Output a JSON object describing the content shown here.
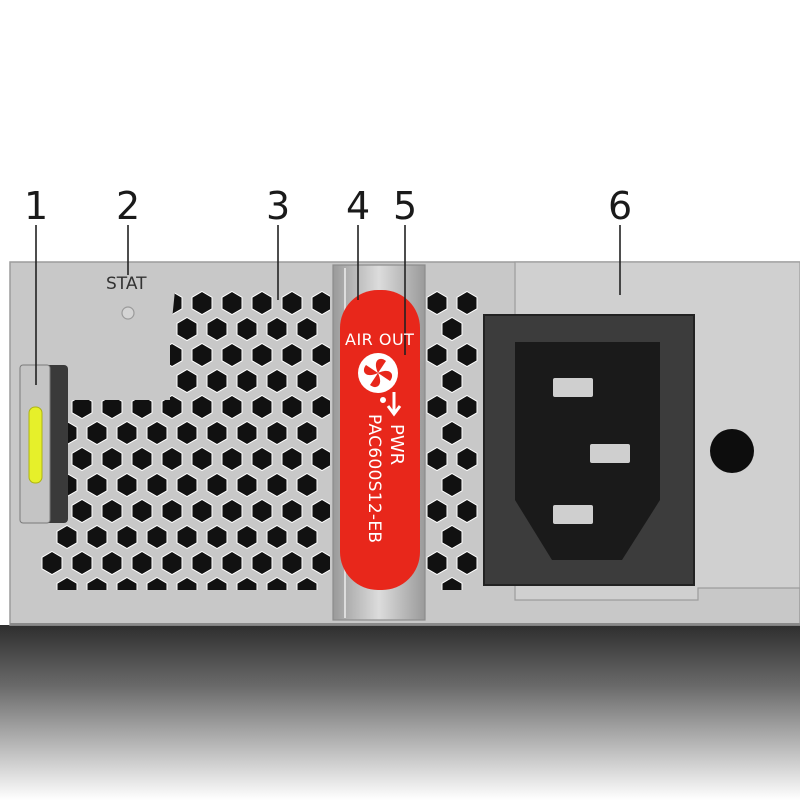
{
  "callouts": [
    "1",
    "2",
    "3",
    "4",
    "5",
    "6"
  ],
  "stat_label": "STAT",
  "air_out_label": "AIR OUT",
  "pwr_label": "PWR",
  "model_label": "PAC600S12-EB",
  "colors": {
    "panel": "#c8c8c8",
    "handle_red": "#e8271b",
    "handle_metal": "#b9b9b9",
    "led_yellow": "#e6f02a",
    "socket_dark": "#1a1a1a"
  }
}
